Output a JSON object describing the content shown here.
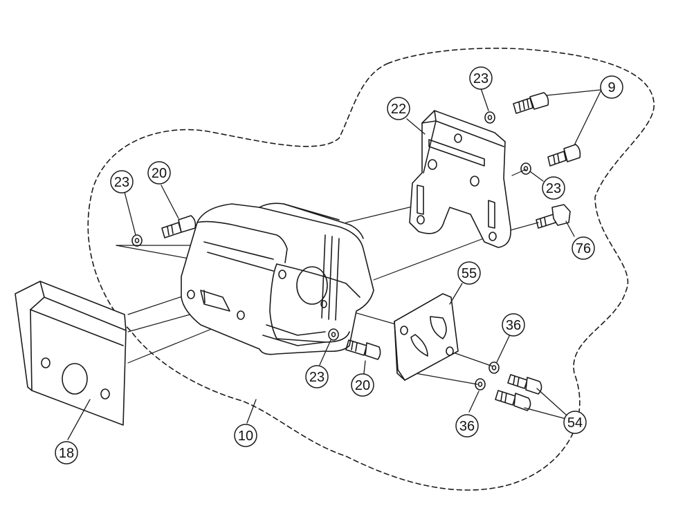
{
  "colors": {
    "ink": "#1a1a1a",
    "fill": "#ffffff",
    "dash": "#222222"
  },
  "callouts": {
    "c23a": "23",
    "c9": "9",
    "c22": "22",
    "c23b": "23",
    "c20a": "20",
    "c23c": "23",
    "c76": "76",
    "c55": "55",
    "c36a": "36",
    "c23d": "23",
    "c20b": "20",
    "c54": "54",
    "c36b": "36",
    "c10": "10",
    "c18": "18"
  }
}
